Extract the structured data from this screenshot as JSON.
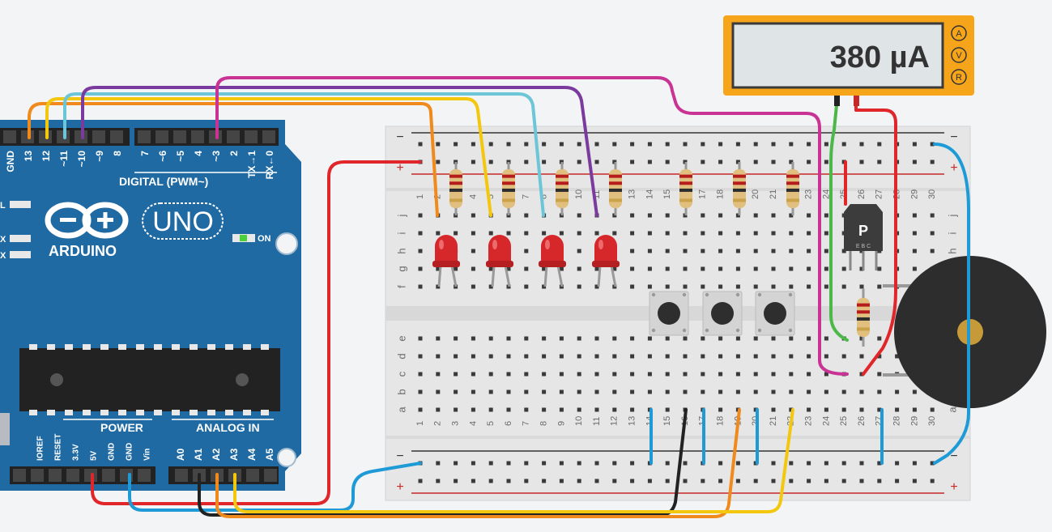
{
  "multimeter": {
    "reading": "380 µA",
    "modes": [
      "A",
      "V",
      "R"
    ]
  },
  "arduino": {
    "logo": "ARDUINO",
    "model": "UNO",
    "on_label": "ON",
    "digital_label": "DIGITAL (PWM~)",
    "power_label": "POWER",
    "analog_label": "ANALOG IN",
    "digital_pins": [
      "GND",
      "13",
      "12",
      "~11",
      "~10",
      "~9",
      "8",
      "7",
      "~6",
      "~5",
      "4",
      "~3",
      "2",
      "TX→1",
      "RX←0"
    ],
    "power_pins": [
      "IOREF",
      "RESET",
      "3.3V",
      "5V",
      "GND",
      "GND",
      "Vin"
    ],
    "analog_pins": [
      "A0",
      "A1",
      "A2",
      "A3",
      "A4",
      "A5"
    ],
    "side_labels": [
      "L",
      "X",
      "X"
    ]
  },
  "breadboard": {
    "columns": [
      "1",
      "2",
      "3",
      "4",
      "5",
      "6",
      "7",
      "8",
      "9",
      "10",
      "11",
      "12",
      "13",
      "14",
      "15",
      "16",
      "17",
      "18",
      "19",
      "20",
      "21",
      "22",
      "23",
      "24",
      "25",
      "26",
      "27",
      "28",
      "29",
      "30"
    ],
    "rows_top": [
      "j",
      "i",
      "h",
      "g",
      "f"
    ],
    "rows_bottom": [
      "e",
      "d",
      "c",
      "b",
      "a"
    ],
    "rail_minus": "−",
    "rail_plus": "+"
  },
  "transistor": {
    "label": "P",
    "pins": "E B C"
  },
  "colors": {
    "arduino_blue": "#1f6aa3",
    "wire_orange": "#f08a1c",
    "wire_yellow": "#f4c70f",
    "wire_cyan": "#6cc6d8",
    "wire_purple": "#7b3b9e",
    "wire_magenta": "#c93393",
    "wire_red": "#e0262a",
    "wire_blue": "#1e9bd7",
    "wire_green": "#4cb84a",
    "wire_black": "#222222",
    "led_red": "#d6282b",
    "meter_orange": "#f6a51b"
  }
}
